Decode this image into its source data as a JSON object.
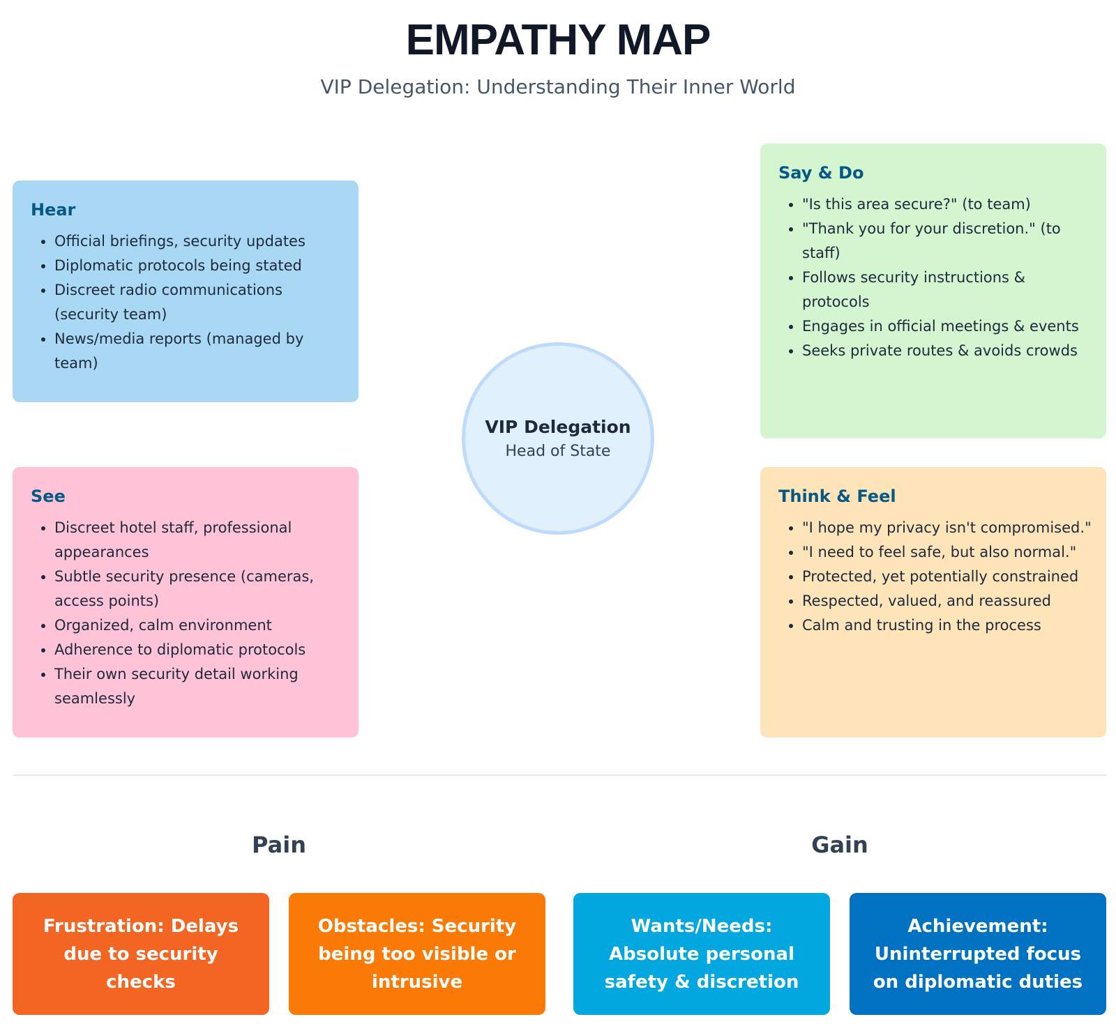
{
  "title": "EMPATHY MAP",
  "subtitle": "VIP Delegation: Understanding Their Inner World",
  "center": {
    "name": "VIP Delegation",
    "role": "Head of State"
  },
  "quadrants": {
    "hear": {
      "title": "Hear",
      "items": [
        "Official briefings, security updates",
        "Diplomatic protocols being stated",
        "Discreet radio communications (security team)",
        "News/media reports (managed by team)"
      ]
    },
    "see": {
      "title": "See",
      "items": [
        "Discreet hotel staff, professional appearances",
        "Subtle security presence (cameras, access points)",
        "Organized, calm environment",
        "Adherence to diplomatic protocols",
        "Their own security detail working seamlessly"
      ]
    },
    "say_do": {
      "title": "Say & Do",
      "items": [
        "\"Is this area secure?\" (to team)",
        "\"Thank you for your discretion.\" (to staff)",
        "Follows security instructions & protocols",
        "Engages in official meetings & events",
        "Seeks private routes & avoids crowds"
      ]
    },
    "think_feel": {
      "title": "Think & Feel",
      "items": [
        "\"I hope my privacy isn't compromised.\"",
        "\"I need to feel safe, but also normal.\"",
        "Protected, yet potentially constrained",
        "Respected, valued, and reassured",
        "Calm and trusting in the process"
      ]
    }
  },
  "pain": {
    "title": "Pain",
    "items": [
      {
        "text": "Frustration: Delays due to security checks",
        "color": "#f26522"
      },
      {
        "text": "Obstacles: Security being too visible or intrusive",
        "color": "#fb7a05"
      }
    ]
  },
  "gain": {
    "title": "Gain",
    "items": [
      {
        "text": "Wants/Needs: Absolute personal safety & discretion",
        "color": "#03a7df"
      },
      {
        "text": "Achievement: Uninterrupted focus on diplomatic duties",
        "color": "#0172c1"
      }
    ]
  }
}
